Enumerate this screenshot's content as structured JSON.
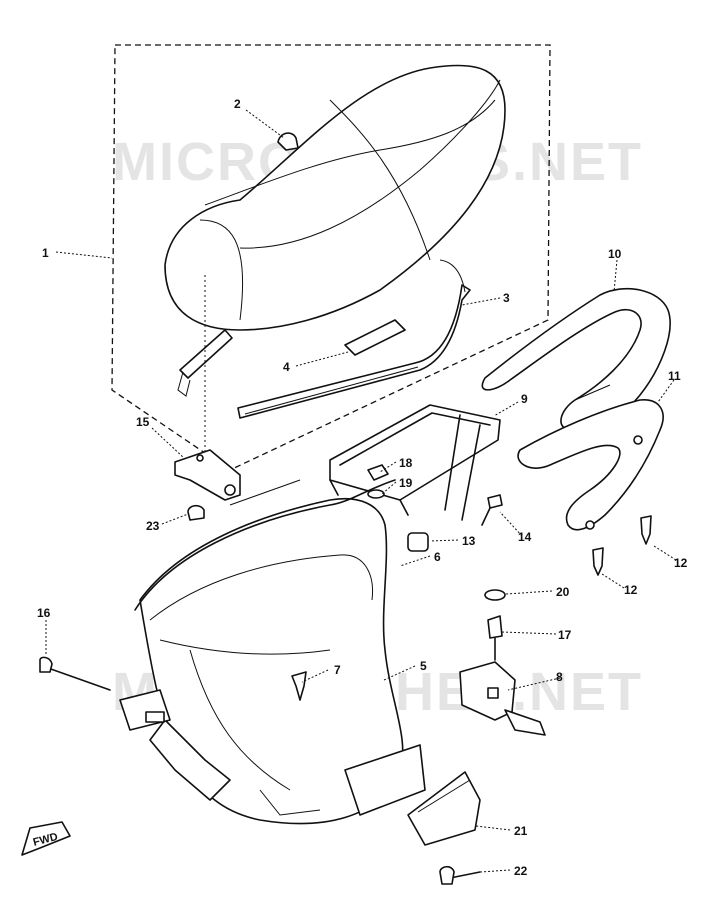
{
  "watermark": {
    "top": "MICROFICHES.NET",
    "bottom": "MICROFICHES.NET"
  },
  "direction_marker": "FWD",
  "callouts": [
    {
      "id": "c1",
      "num": "1"
    },
    {
      "id": "c2",
      "num": "2"
    },
    {
      "id": "c3",
      "num": "3"
    },
    {
      "id": "c4",
      "num": "4"
    },
    {
      "id": "c5",
      "num": "5"
    },
    {
      "id": "c6",
      "num": "6"
    },
    {
      "id": "c7",
      "num": "7"
    },
    {
      "id": "c8",
      "num": "8"
    },
    {
      "id": "c9",
      "num": "9"
    },
    {
      "id": "c10",
      "num": "10"
    },
    {
      "id": "c11",
      "num": "11"
    },
    {
      "id": "c12a",
      "num": "12"
    },
    {
      "id": "c12b",
      "num": "12"
    },
    {
      "id": "c13",
      "num": "13"
    },
    {
      "id": "c14",
      "num": "14"
    },
    {
      "id": "c15",
      "num": "15"
    },
    {
      "id": "c16",
      "num": "16"
    },
    {
      "id": "c17",
      "num": "17"
    },
    {
      "id": "c18",
      "num": "18"
    },
    {
      "id": "c19",
      "num": "19"
    },
    {
      "id": "c20",
      "num": "20"
    },
    {
      "id": "c21",
      "num": "21"
    },
    {
      "id": "c22",
      "num": "22"
    },
    {
      "id": "c23",
      "num": "23"
    }
  ]
}
